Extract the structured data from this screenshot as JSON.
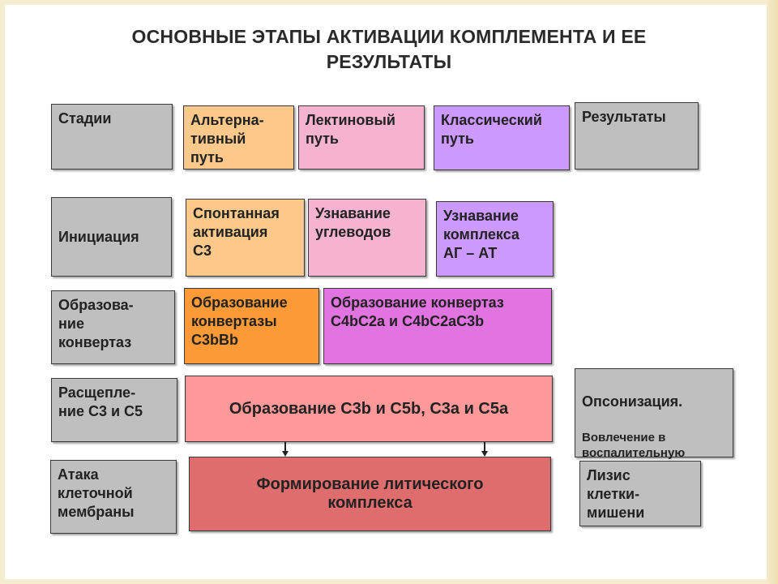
{
  "title": "ОСНОВНЫЕ ЭТАПЫ АКТИВАЦИИ КОМПЛЕМЕНТА И ЕЕ\nРЕЗУЛЬТАТЫ",
  "header": {
    "stages": "Стадии",
    "alternative": "Альтерна-\nтивный\nпуть",
    "lectin": "Лектиновый\nпуть",
    "classical": "Классический\nпуть",
    "results": "Результаты"
  },
  "initiation": {
    "label": "Инициация",
    "alternative": "Спонтанная\nактивация\nC3",
    "lectin": "Узнавание\nуглеводов",
    "classical": "Узнавание\nкомплекса\nАГ – АТ"
  },
  "convertase": {
    "label": "Образова-\nние\nконвертаз",
    "alternative": "Образование\nконвертазы\nC3bBb",
    "lectin_classical": "Образование конвертаз\nC4bC2a и C4bC2aC3b"
  },
  "cleavage": {
    "label": "Расщепле-\nние C3 и C5",
    "process": "Образование C3b и C5b, C3a и C5a",
    "result_title": "Опсонизация.",
    "result_detail": "Вовлечение в\nвоспалительную\nреакцию"
  },
  "attack": {
    "label": "Атака\nклеточной\nмембраны",
    "process": "Формирование литического\nкомплекса",
    "result": "Лизис\nклетки-\nмишени"
  }
}
